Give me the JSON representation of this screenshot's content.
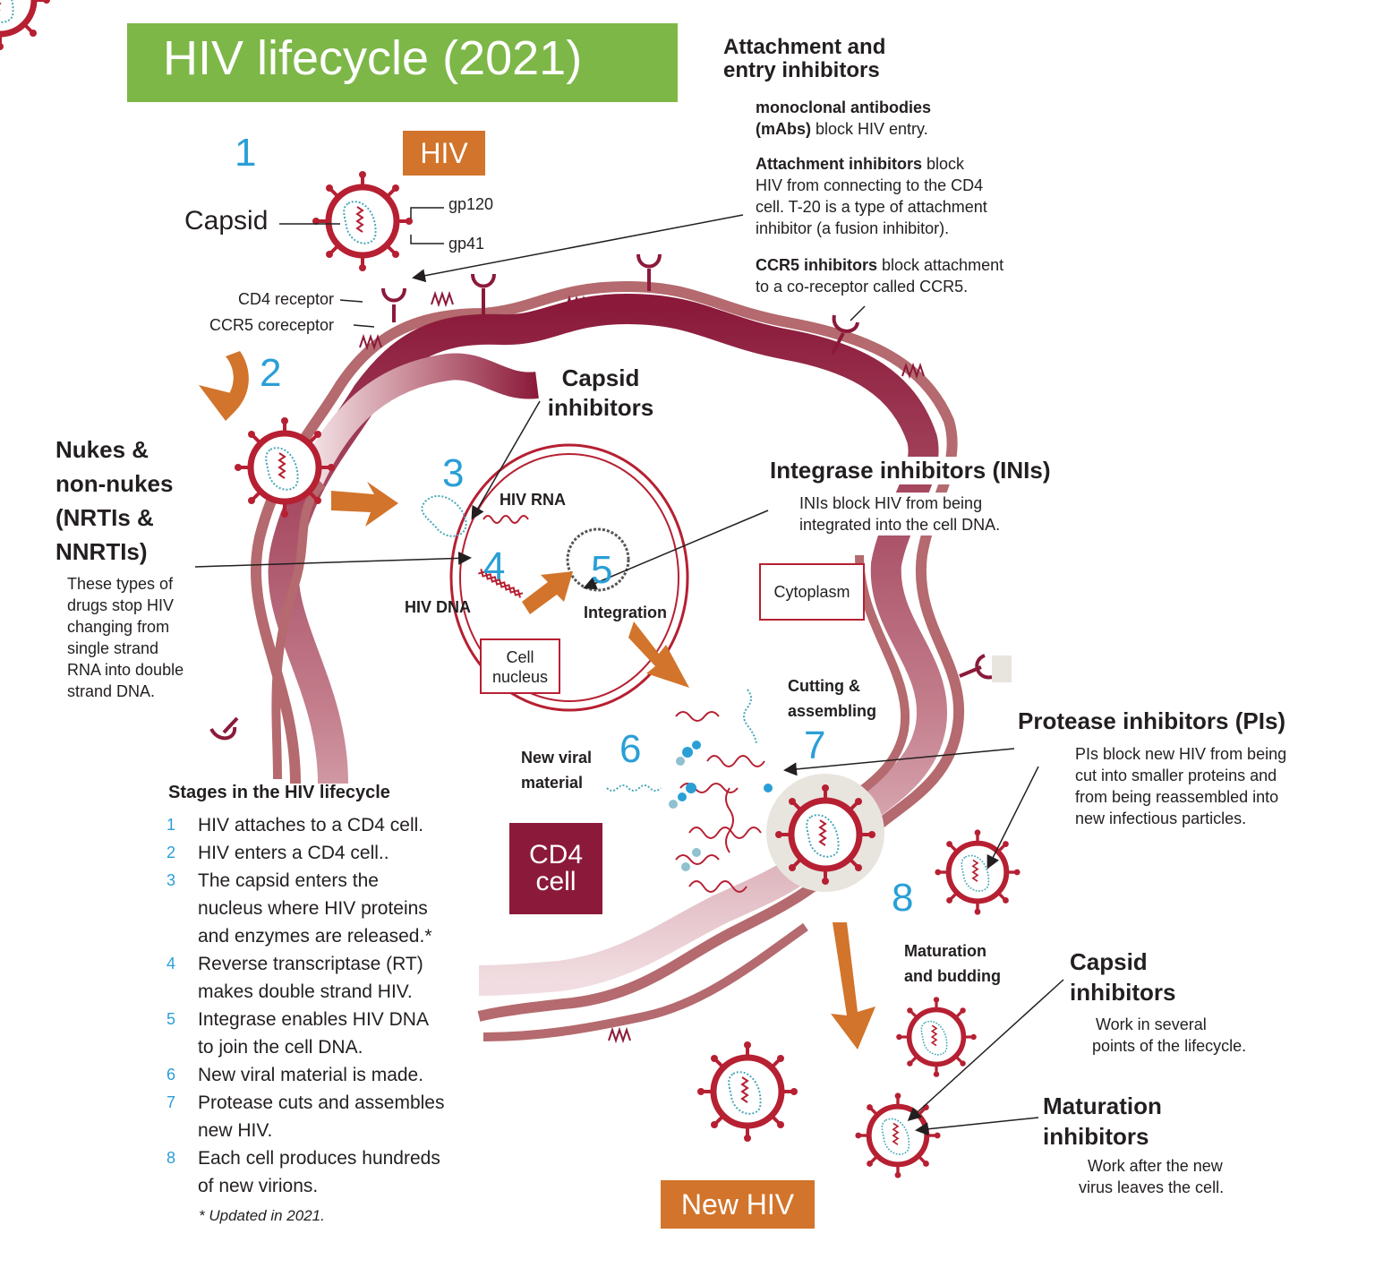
{
  "title": "HIV lifecycle (2021)",
  "tags": {
    "hiv": "HIV",
    "new_hiv": "New HIV"
  },
  "virion_labels": {
    "capsid": "Capsid",
    "gp120": "gp120",
    "gp41": "gp41",
    "cd4_receptor": "CD4 receptor",
    "ccr5_coreceptor": "CCR5 coreceptor"
  },
  "step_numbers": [
    "1",
    "2",
    "3",
    "4",
    "5",
    "6",
    "7",
    "8"
  ],
  "diagram_labels": {
    "hiv_rna": "HIV RNA",
    "hiv_dna": "HIV DNA",
    "integration": "Integration",
    "cell_nucleus_1": "Cell",
    "cell_nucleus_2": "nucleus",
    "cytoplasm": "Cytoplasm",
    "cutting_1": "Cutting &",
    "cutting_2": "assembling",
    "new_viral_1": "New viral",
    "new_viral_2": "material",
    "maturation_1": "Maturation",
    "maturation_2": "and budding",
    "cd4_cell_1": "CD4",
    "cd4_cell_2": "cell"
  },
  "attachment": {
    "heading_1": "Attachment and",
    "heading_2": "entry inhibitors",
    "mabs_bold_1": "monoclonal antibodies",
    "mabs_bold_2": "(mAbs)",
    "mabs_text": " block HIV entry.",
    "ai_bold": "Attachment inhibitors",
    "ai_text_1": " block",
    "ai_text_2": "HIV from connecting to the CD4",
    "ai_text_3": "cell. T-20 is a type of attachment",
    "ai_text_4": "inhibitor (a fusion inhibitor).",
    "ccr5_bold": "CCR5 inhibitors",
    "ccr5_text_1": " block attachment",
    "ccr5_text_2": "to a co-receptor called CCR5."
  },
  "capsid_top": {
    "line1": "Capsid",
    "line2": "inhibitors"
  },
  "nukes": {
    "heading": [
      "Nukes &",
      "non-nukes",
      "(NRTIs &",
      "NNRTIs)"
    ],
    "body": [
      "These types of",
      "drugs stop HIV",
      "changing from",
      "single strand",
      "RNA into double",
      "strand DNA."
    ]
  },
  "integrase": {
    "heading": "Integrase inhibitors (INIs)",
    "body_1": "INIs block HIV from being",
    "body_2": "integrated into the cell DNA."
  },
  "protease": {
    "heading": "Protease  inhibitors (PIs)",
    "body": [
      "PIs block new HIV from being",
      "cut into smaller proteins and",
      "from being reassembled into",
      "new infectious particles."
    ]
  },
  "capsid_bottom": {
    "line1": "Capsid",
    "line2": "inhibitors",
    "body_1": "Work in several",
    "body_2": "points of the lifecycle."
  },
  "maturation_inhibitors": {
    "line1": "Maturation",
    "line2": "inhibitors",
    "body_1": "Work after the new",
    "body_2": "virus leaves the cell."
  },
  "stages": {
    "heading": "Stages in the HIV lifecycle",
    "items": [
      {
        "n": "1",
        "lines": [
          "HIV attaches to a CD4 cell."
        ]
      },
      {
        "n": "2",
        "lines": [
          "HIV enters a CD4 cell.."
        ]
      },
      {
        "n": "3",
        "lines": [
          "The capsid enters the",
          "nucleus where HIV proteins",
          "and enzymes are released.*"
        ]
      },
      {
        "n": "4",
        "lines": [
          "Reverse transcriptase (RT)",
          "makes double strand HIV."
        ]
      },
      {
        "n": "5",
        "lines": [
          "Integrase enables HIV DNA",
          "to join the cell DNA."
        ]
      },
      {
        "n": "6",
        "lines": [
          "New viral material is made."
        ]
      },
      {
        "n": "7",
        "lines": [
          "Protease cuts and assembles",
          "new HIV."
        ]
      },
      {
        "n": "8",
        "lines": [
          "Each cell produces hundreds",
          "of new virions."
        ]
      }
    ],
    "footnote": "* Updated in 2021."
  },
  "colors": {
    "title_green": "#7db748",
    "orange": "#d2742b",
    "maroon": "#8b1a3a",
    "virus_red": "#b62032",
    "step_blue": "#2a9fd6",
    "membrane": "#b46a6e"
  },
  "icons": [
    "hiv-virion-icon",
    "cd4-receptor-icon",
    "ccr5-coreceptor-icon",
    "orange-arrow-icon",
    "pointer-arrow-icon"
  ]
}
